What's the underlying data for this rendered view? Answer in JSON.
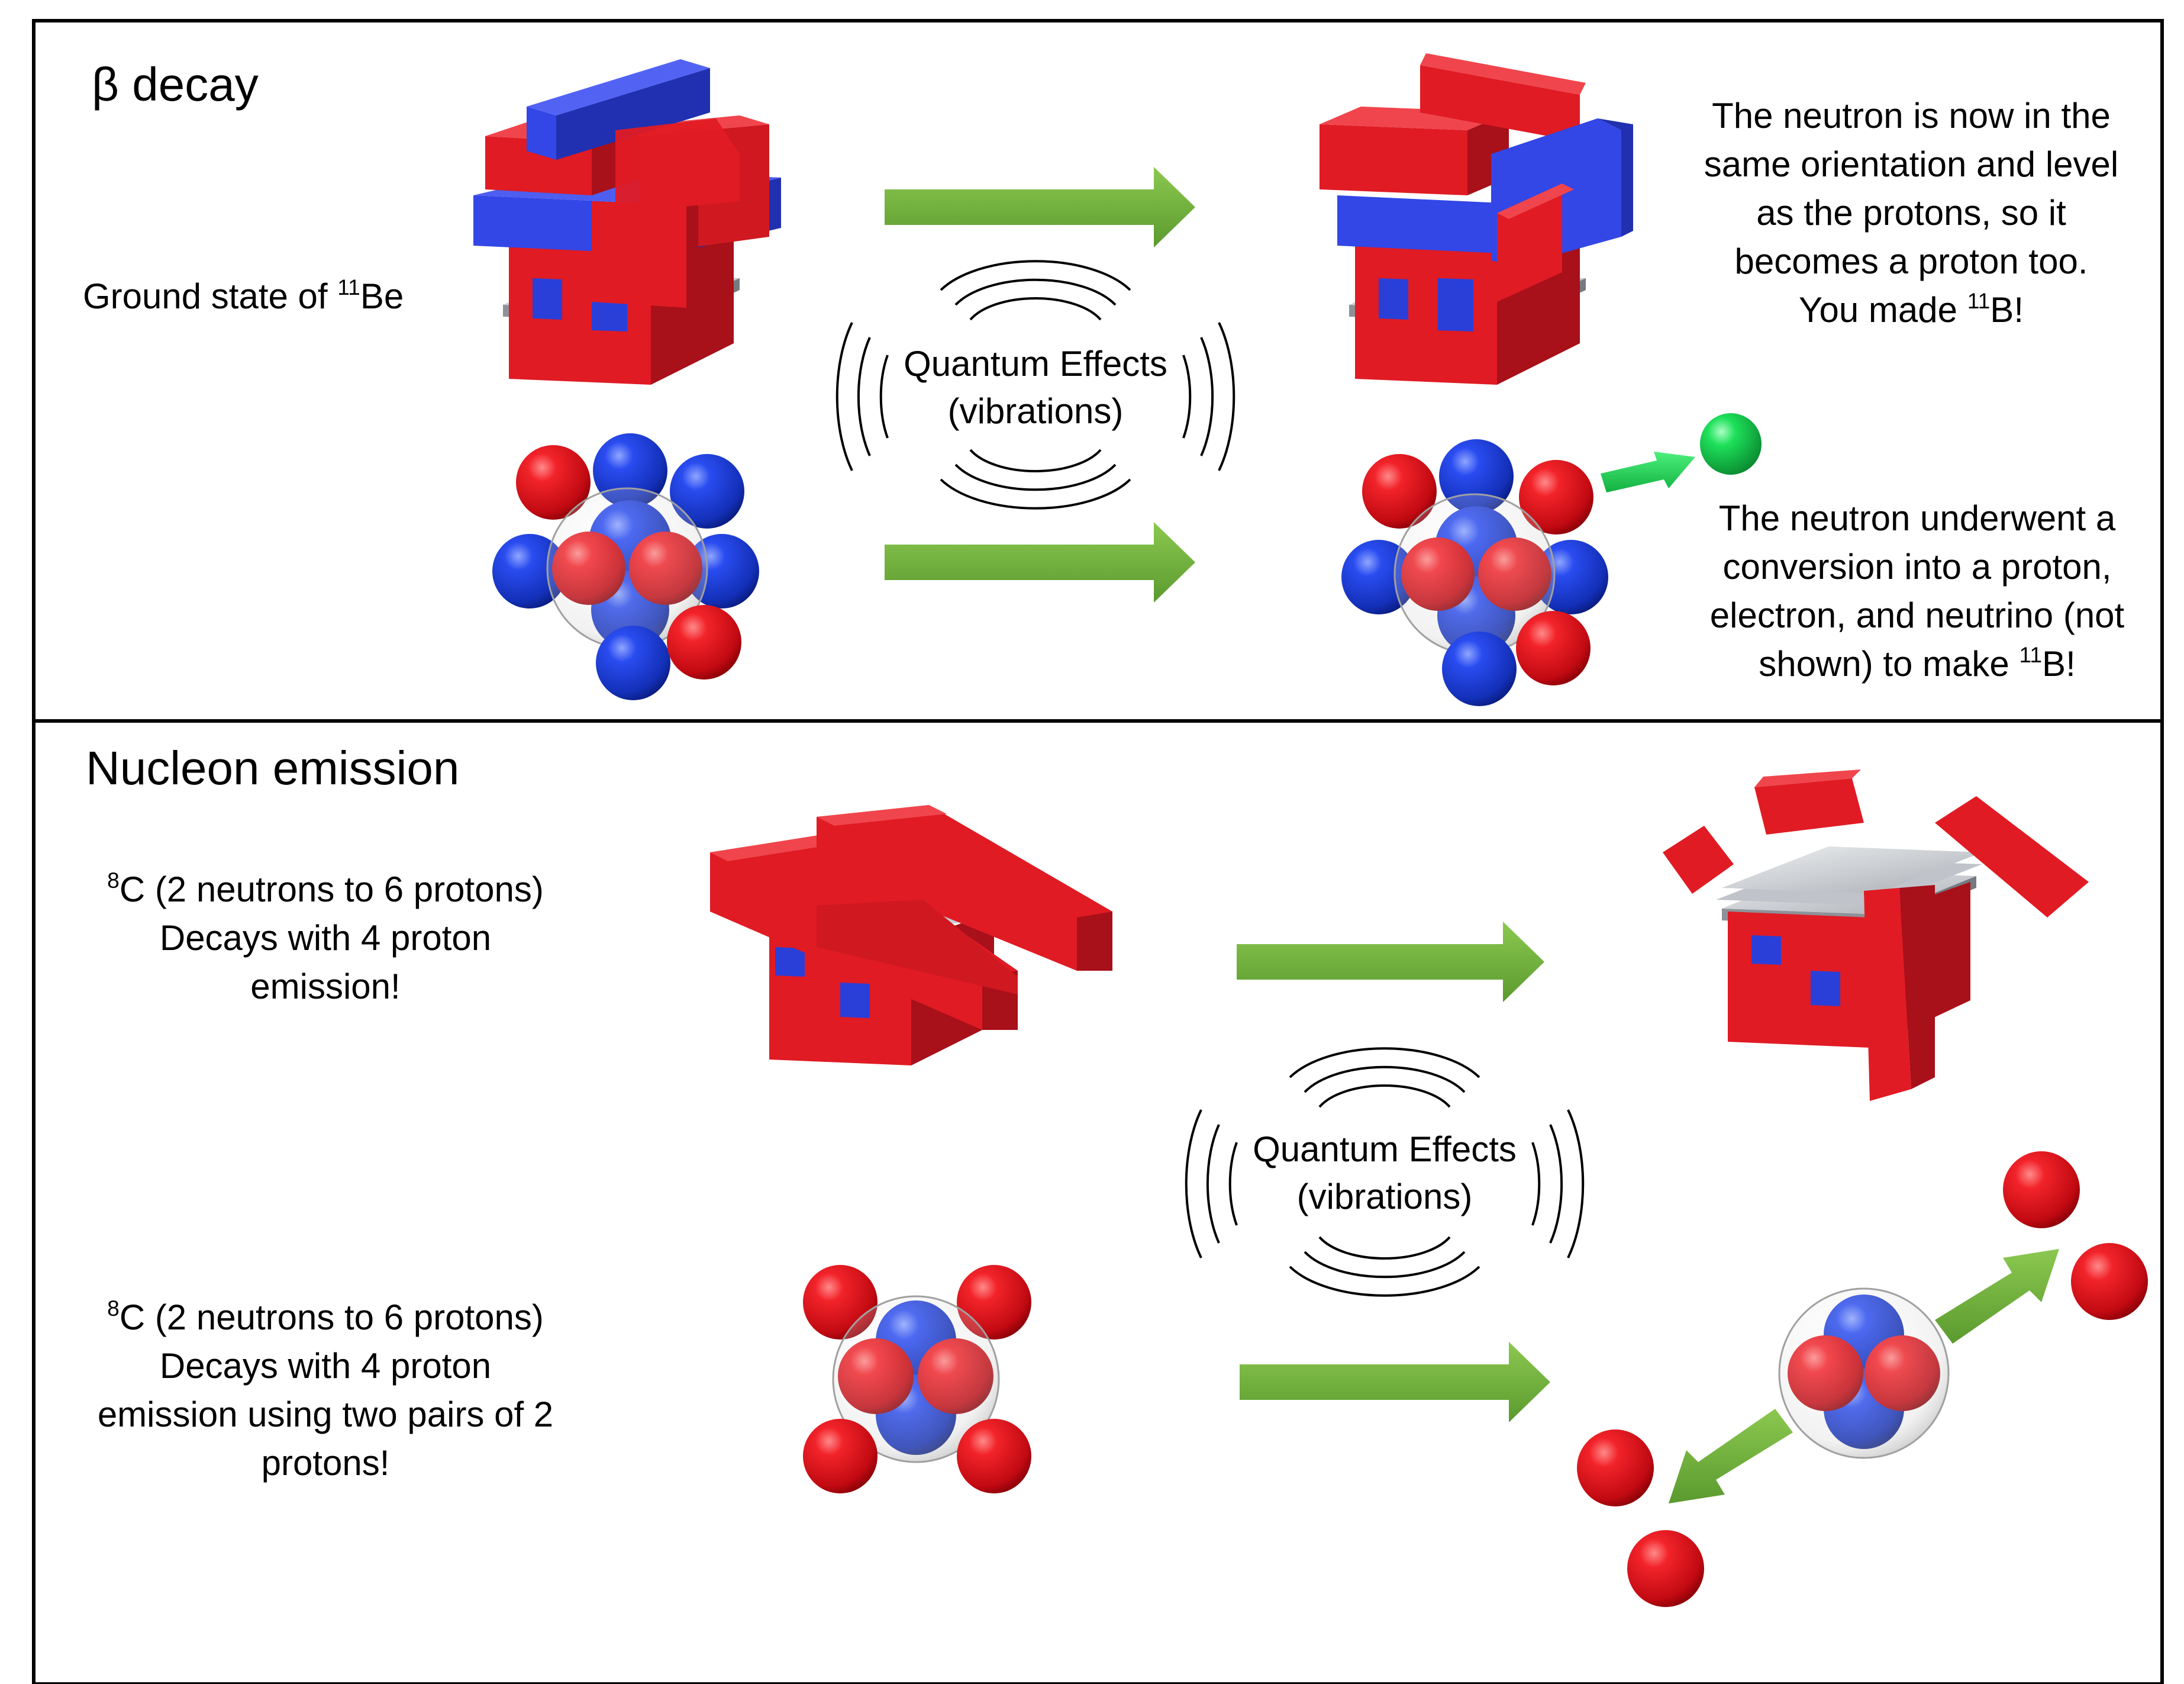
{
  "panels": {
    "beta": {
      "title": "β decay",
      "ground_label": "Ground state of",
      "ground_mass": "11",
      "ground_element": "Be",
      "quantum": {
        "line1": "Quantum Effects",
        "line2": "(vibrations)"
      },
      "right_top": {
        "line1": "The neutron is now in the",
        "line2": "same orientation and level",
        "line3": "as the protons, so it",
        "line4": "becomes a proton too.",
        "line5_pre": "You made",
        "line5_mass": "11",
        "line5_post": "B!"
      },
      "right_bottom": {
        "line1": "The neutron underwent a",
        "line2": "conversion into a proton,",
        "line3": "electron, and neutrino (not",
        "line4_pre": "shown) to make",
        "line4_mass": "11",
        "line4_post": "B!"
      }
    },
    "emission": {
      "title": "Nucleon emission",
      "quantum": {
        "line1": "Quantum Effects",
        "line2": "(vibrations)"
      },
      "text_top": {
        "mass": "8",
        "line1_rest": "C (2 neutrons to 6 protons)",
        "line2": "Decays with 4 proton",
        "line3": "emission!"
      },
      "text_bottom": {
        "mass": "8",
        "line1_rest": "C (2 neutrons to 6 protons)",
        "line2": "Decays with 4 proton",
        "line3": "emission using two pairs of 2",
        "line4": "protons!"
      }
    }
  },
  "colors": {
    "proton": "#e8141c",
    "neutron": "#1f3fd6",
    "block_red": "#e01b24",
    "block_blue": "#3344e0",
    "plate": "#b8bcc2",
    "arrow": "#6aaa3a",
    "emitted_particle": "#1ccf52",
    "border": "#000000"
  }
}
